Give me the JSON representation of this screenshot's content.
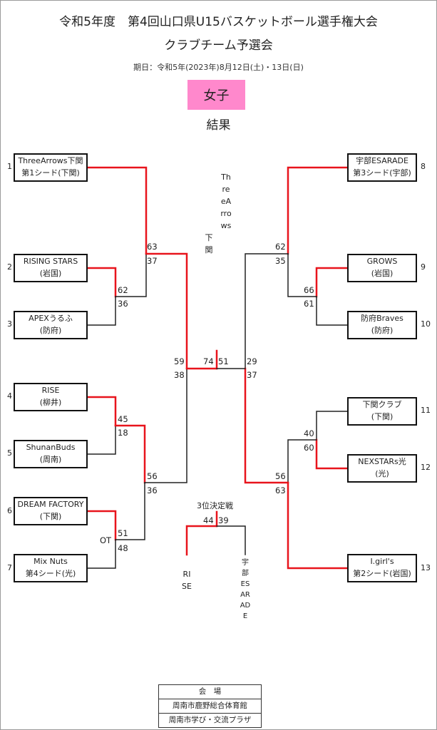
{
  "header": {
    "title_line1": "令和5年度　第4回山口県U15バスケットボール選手権大会",
    "title_line2": "クラブチーム予選会",
    "date": "期日：令和5年(2023年)8月12日(土)・13日(日)",
    "category": "女子",
    "section": "結果"
  },
  "teams": [
    {
      "no": "1",
      "line1": "ThreeArrows下関",
      "line2": "第1シード(下関)"
    },
    {
      "no": "2",
      "line1": "RISING STARS",
      "line2": "(岩国)"
    },
    {
      "no": "3",
      "line1": "APEXうるふ",
      "line2": "(防府)"
    },
    {
      "no": "4",
      "line1": "RISE",
      "line2": "(柳井)"
    },
    {
      "no": "5",
      "line1": "ShunanBuds",
      "line2": "(周南)"
    },
    {
      "no": "6",
      "line1": "DREAM FACTORY",
      "line2": "(下関)"
    },
    {
      "no": "7",
      "line1": "Mix Nuts",
      "line2": "第4シード(光)"
    },
    {
      "no": "8",
      "line1": "宇部ESARADE",
      "line2": "第3シード(宇部)"
    },
    {
      "no": "9",
      "line1": "GROWS",
      "line2": "(岩国)"
    },
    {
      "no": "10",
      "line1": "防府Braves",
      "line2": "(防府)"
    },
    {
      "no": "11",
      "line1": "下関クラブ",
      "line2": "(下関)"
    },
    {
      "no": "12",
      "line1": "NEXSTARs光",
      "line2": "(光)"
    },
    {
      "no": "13",
      "line1": "I.girl's",
      "line2": "第2シード(岩国)"
    }
  ],
  "scores": {
    "l_r1a_top": "62",
    "l_r1a_bot": "36",
    "l_r1b_top": "45",
    "l_r1b_bot": "18",
    "l_r1c_top": "51",
    "l_r1c_bot": "48",
    "l_r1c_ot": "OT",
    "l_r2a_top": "63",
    "l_r2a_bot": "37",
    "l_r2b_top": "56",
    "l_r2b_bot": "36",
    "l_semi_top": "59",
    "l_semi_bot": "38",
    "r_r1a_top": "66",
    "r_r1a_bot": "61",
    "r_r1b_top": "40",
    "r_r1b_bot": "60",
    "r_r2a_top": "62",
    "r_r2a_bot": "35",
    "r_r2b_top": "56",
    "r_r2b_bot": "63",
    "r_semi_top": "29",
    "r_semi_bot": "37",
    "final_left": "74",
    "final_right": "51",
    "third_left": "44",
    "third_right": "39"
  },
  "champion": {
    "name": "ThreeArrows",
    "city": "下関"
  },
  "third_place": {
    "label": "3位決定戦",
    "winner": "RISE",
    "loser": "宇部ESARADE"
  },
  "venue": {
    "label": "会　場",
    "line1": "周南市鹿野総合体育館",
    "line2": "周南市学び・交流プラザ"
  },
  "colors": {
    "win_line": "#e8141c",
    "lose_line": "#222222",
    "badge": "#ff88cc"
  }
}
